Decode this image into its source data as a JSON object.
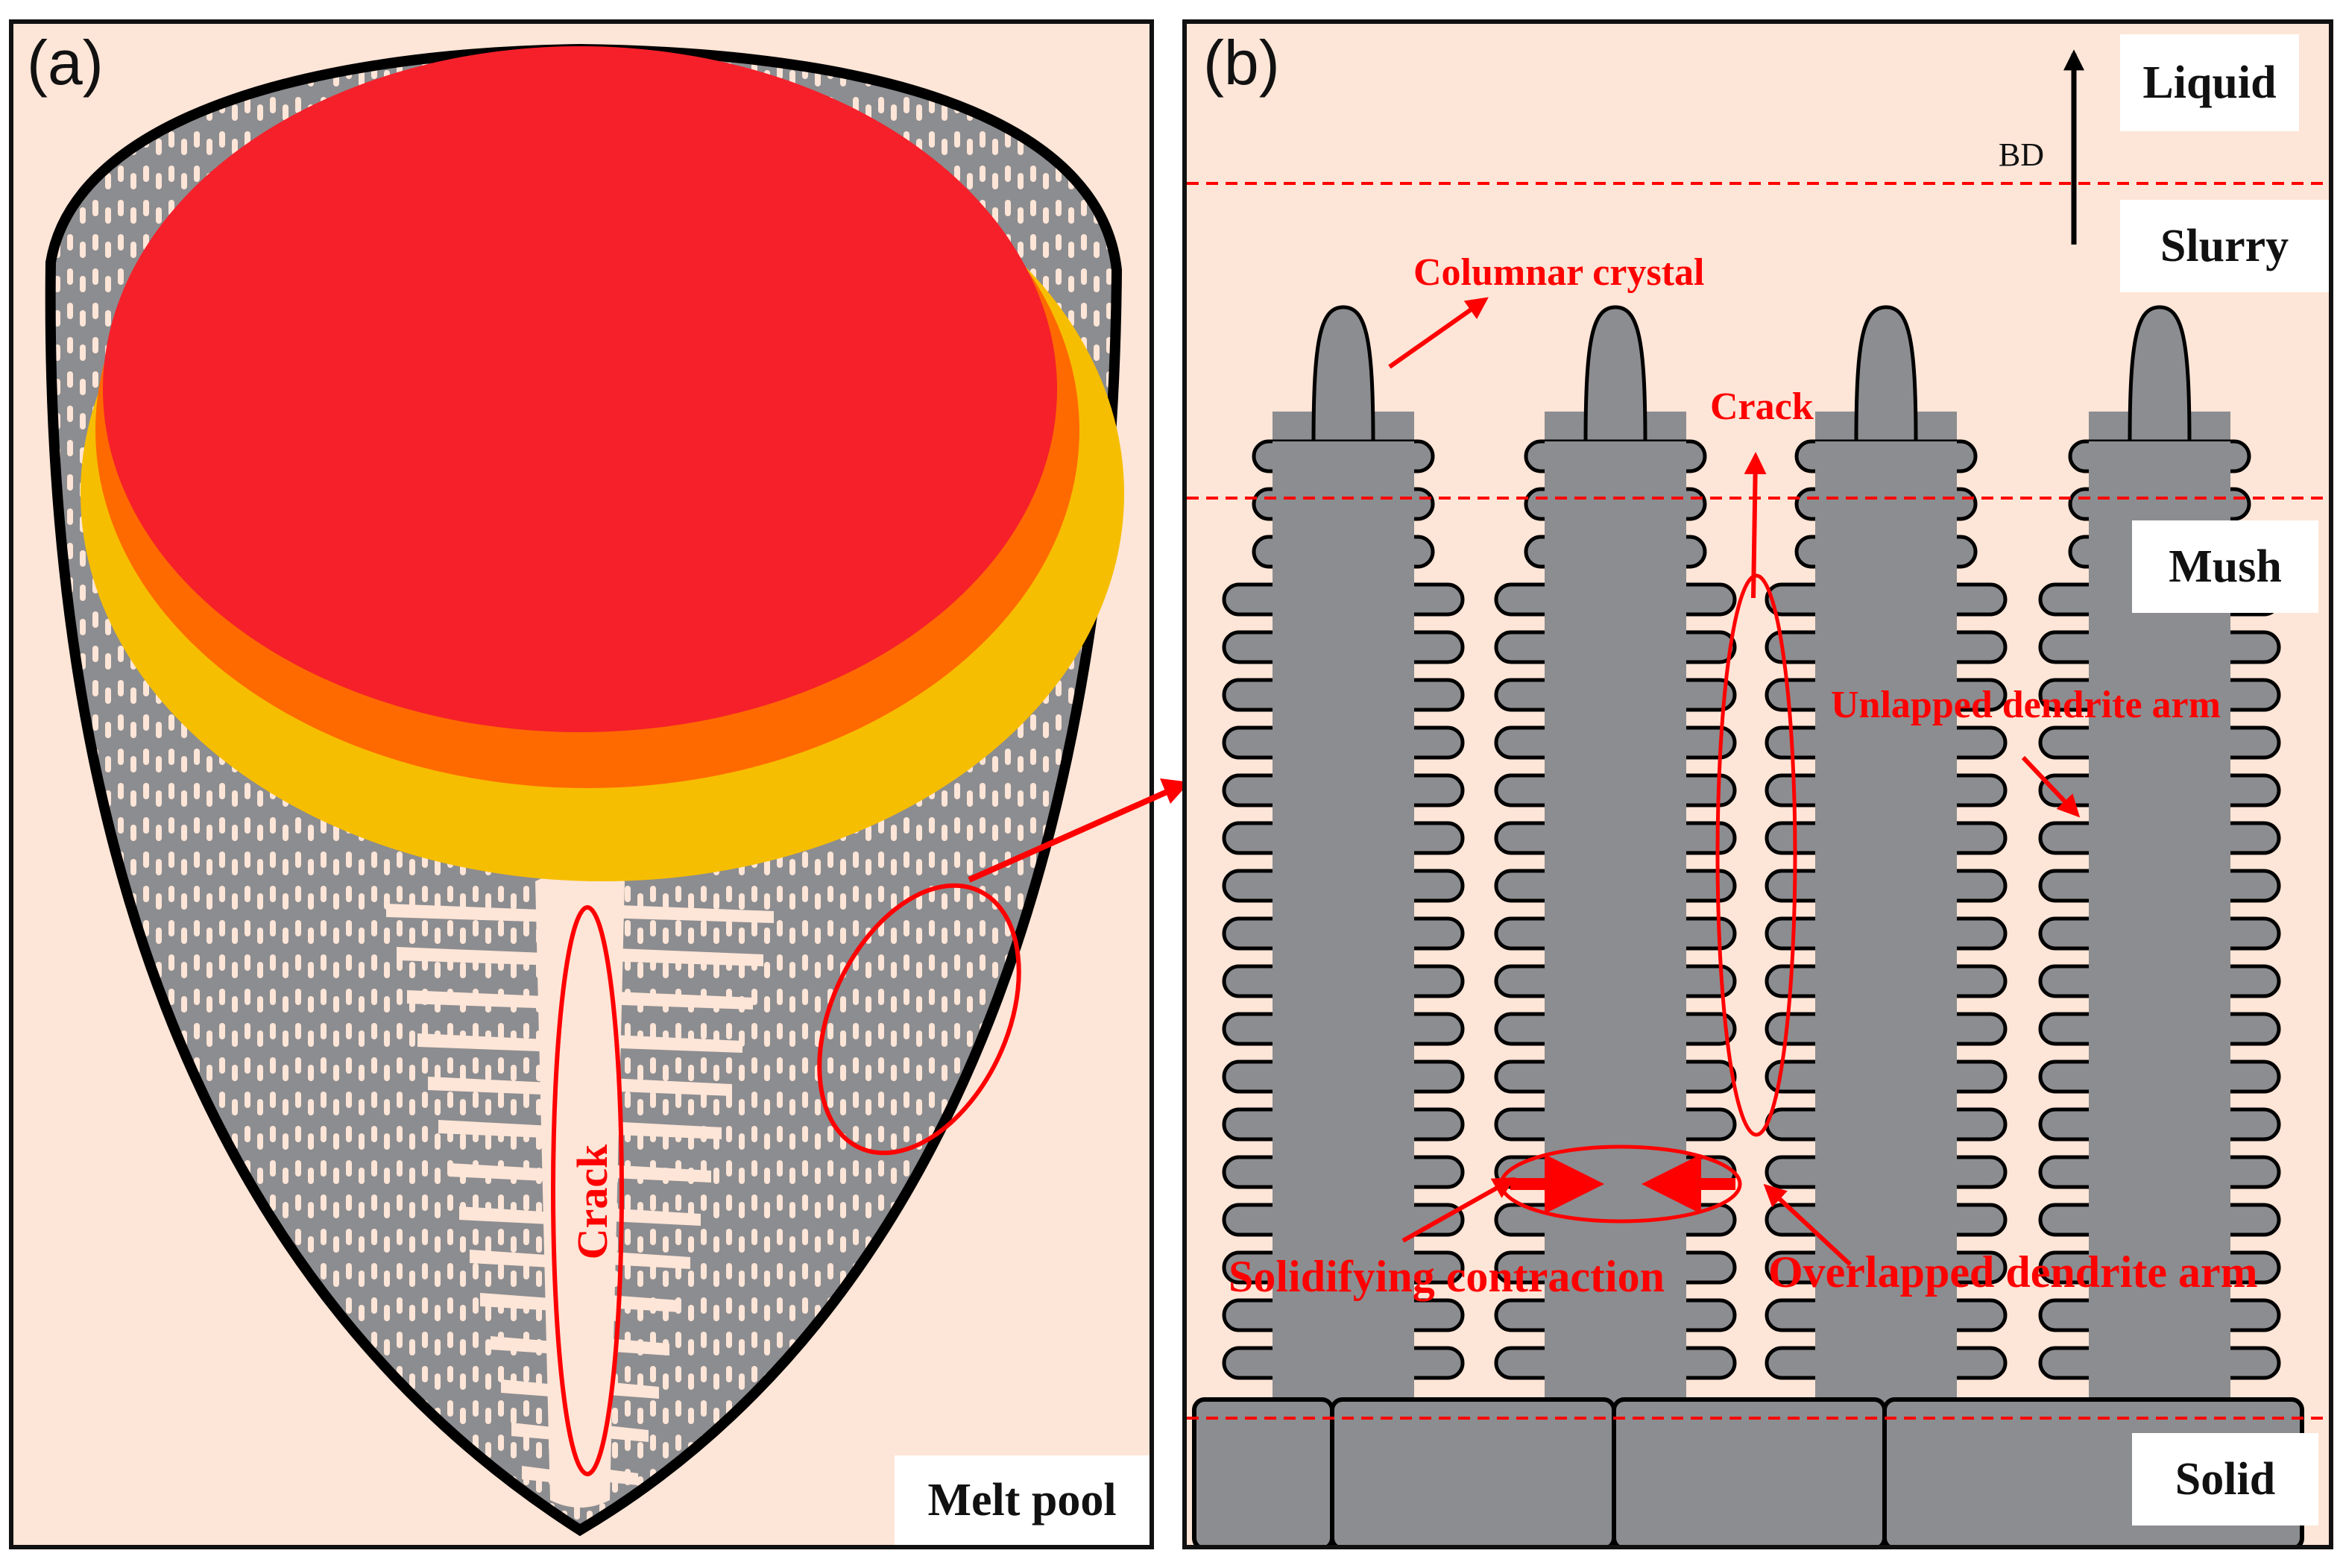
{
  "panel_a": {
    "label": "(a)",
    "crack_label": "Crack",
    "melt_pool_label": "Melt pool",
    "colors": {
      "liquid": "#f5202a",
      "edge": "#ff6a00",
      "ring": "#f6be00",
      "solid": "#8c8d90",
      "background": "#fde5d7"
    }
  },
  "panel_b": {
    "label": "(b)",
    "bd_label": "BD",
    "zones": {
      "liquid": "Liquid",
      "slurry": "Slurry",
      "mush": "Mush",
      "solid": "Solid"
    },
    "annotations": {
      "columnar_crystal": "Columnar crystal",
      "crack": "Crack",
      "unlapped": "Unlapped dendrite arm",
      "solidifying": "Solidifying contraction",
      "overlapped": "Overlapped dendrite arm"
    },
    "colors": {
      "dendrite": "#8c8d90",
      "annotation": "#ff0000"
    }
  }
}
